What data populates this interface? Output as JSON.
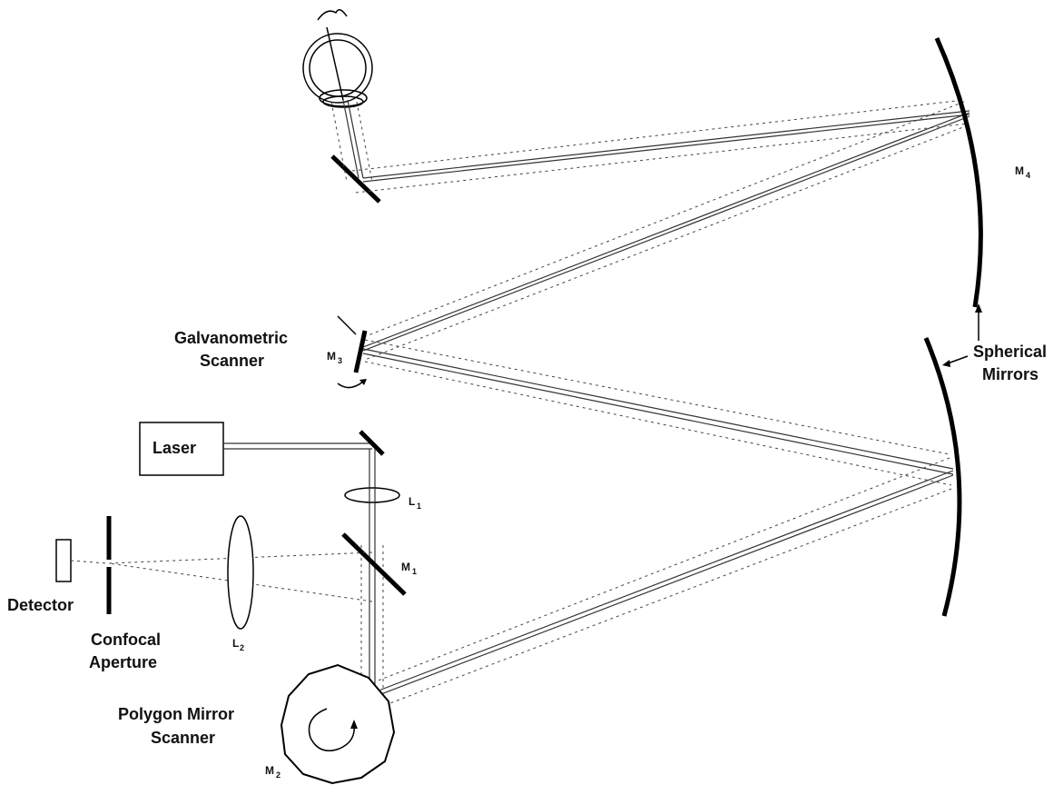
{
  "labels": {
    "galvo_line1": "Galvanometric",
    "galvo_line2": "Scanner",
    "m3": "M",
    "m3_sub": "3",
    "m4": "M",
    "m4_sub": "4",
    "spherical_line1": "Spherical",
    "spherical_line2": "Mirrors",
    "laser": "Laser",
    "l1": "L",
    "l1_sub": "1",
    "m1": "M",
    "m1_sub": "1",
    "detector": "Detector",
    "confocal_line1": "Confocal",
    "confocal_line2": "Aperture",
    "l2": "L",
    "l2_sub": "2",
    "polygon_line1": "Polygon Mirror",
    "polygon_line2": "Scanner",
    "m2": "M",
    "m2_sub": "2"
  }
}
